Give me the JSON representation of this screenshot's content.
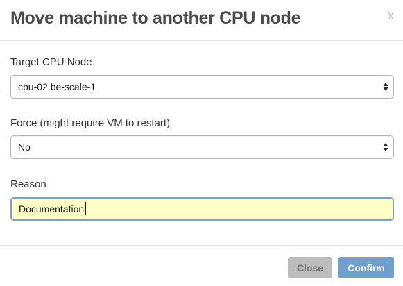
{
  "dialog": {
    "title": "Move machine to another CPU node",
    "close_glyph": "x"
  },
  "fields": {
    "target_node": {
      "label": "Target CPU Node",
      "value": "cpu-02.be-scale-1"
    },
    "force": {
      "label": "Force (might require VM to restart)",
      "value": "No"
    },
    "reason": {
      "label": "Reason",
      "value": "Documentation"
    }
  },
  "footer": {
    "close_label": "Close",
    "confirm_label": "Confirm"
  },
  "colors": {
    "confirm_button": "#6f9fcc",
    "close_button": "#bcbcbc",
    "reason_input_bg": "#ffffc8",
    "focus_border": "#7fa0c2"
  }
}
